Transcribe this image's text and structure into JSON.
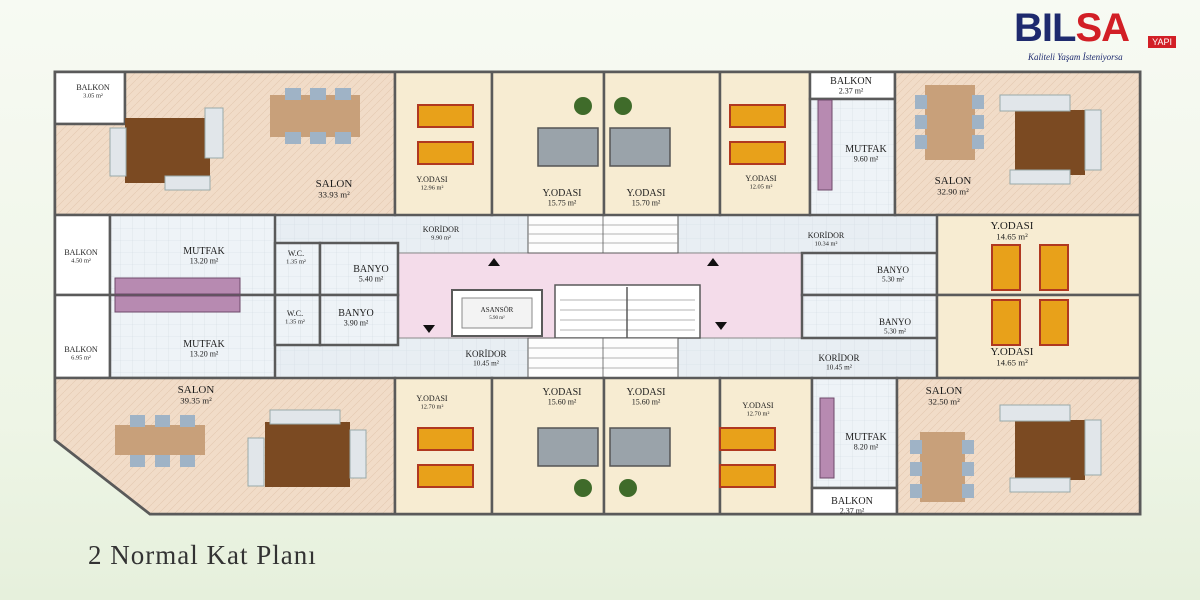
{
  "logo": {
    "brand_left": "BIL",
    "brand_right": "SA",
    "sub": "YAPI",
    "tagline": "Kaliteli Yaşam İsteniyorsa"
  },
  "caption": "2 Normal Kat Planı",
  "colors": {
    "salon_floor": "#f1dcc8",
    "bedroom_floor": "#f7ecd2",
    "wet_floor": "#eef3f7",
    "corridor": "#e6edf2",
    "lobby": "#f4dcea",
    "wall": "#5a5a5a",
    "brand_blue": "#1e2a6e",
    "brand_red": "#d21f26"
  },
  "rooms": [
    {
      "id": "balkon-nw",
      "name": "BALKON",
      "area": "3.05 m²"
    },
    {
      "id": "salon-nw",
      "name": "SALON",
      "area": "33.93 m²"
    },
    {
      "id": "yodasi-n1",
      "name": "Y.ODASI",
      "area": "12.96 m²"
    },
    {
      "id": "yodasi-n2",
      "name": "Y.ODASI",
      "area": "15.75 m²"
    },
    {
      "id": "yodasi-n3",
      "name": "Y.ODASI",
      "area": "15.70 m²"
    },
    {
      "id": "yodasi-n4",
      "name": "Y.ODASI",
      "area": "12.05 m²"
    },
    {
      "id": "balkon-ne",
      "name": "BALKON",
      "area": "2.37 m²"
    },
    {
      "id": "mutfak-ne",
      "name": "MUTFAK",
      "area": "9.60 m²"
    },
    {
      "id": "salon-ne",
      "name": "SALON",
      "area": "32.90 m²"
    },
    {
      "id": "koridor-nw",
      "name": "KORİDOR",
      "area": "9.90 m²"
    },
    {
      "id": "koridor-ne",
      "name": "KORİDOR",
      "area": "10.34 m²"
    },
    {
      "id": "balkon-w1",
      "name": "BALKON",
      "area": "4.50 m²"
    },
    {
      "id": "mutfak-w1",
      "name": "MUTFAK",
      "area": "13.20 m²"
    },
    {
      "id": "wc-1",
      "name": "W.C.",
      "area": "1.35 m²"
    },
    {
      "id": "banyo-w1",
      "name": "BANYO",
      "area": "5.40 m²"
    },
    {
      "id": "wc-2",
      "name": "W.C.",
      "area": "1.35 m²"
    },
    {
      "id": "banyo-w2",
      "name": "BANYO",
      "area": "3.90 m²"
    },
    {
      "id": "banyo-e1",
      "name": "BANYO",
      "area": "5.30 m²"
    },
    {
      "id": "banyo-e2",
      "name": "BANYO",
      "area": "5.30 m²"
    },
    {
      "id": "yodasi-e1",
      "name": "Y.ODASI",
      "area": "14.65 m²"
    },
    {
      "id": "yodasi-e2",
      "name": "Y.ODASI",
      "area": "14.65 m²"
    },
    {
      "id": "balkon-w2",
      "name": "BALKON",
      "area": "6.95 m²"
    },
    {
      "id": "mutfak-w2",
      "name": "MUTFAK",
      "area": "13.20 m²"
    },
    {
      "id": "koridor-sw",
      "name": "KORİDOR",
      "area": "10.45 m²"
    },
    {
      "id": "koridor-se",
      "name": "KORİDOR",
      "area": "10.45 m²"
    },
    {
      "id": "salon-sw",
      "name": "SALON",
      "area": "39.35 m²"
    },
    {
      "id": "yodasi-s1",
      "name": "Y.ODASI",
      "area": "12.70 m²"
    },
    {
      "id": "yodasi-s2",
      "name": "Y.ODASI",
      "area": "15.60 m²"
    },
    {
      "id": "yodasi-s3",
      "name": "Y.ODASI",
      "area": "15.60 m²"
    },
    {
      "id": "yodasi-s4",
      "name": "Y.ODASI",
      "area": "12.70 m²"
    },
    {
      "id": "mutfak-se",
      "name": "MUTFAK",
      "area": "8.20 m²"
    },
    {
      "id": "salon-se",
      "name": "SALON",
      "area": "32.50 m²"
    },
    {
      "id": "balkon-se",
      "name": "BALKON",
      "area": "2.37 m²"
    }
  ],
  "asansor": {
    "name": "ASANSÖR",
    "area": "5.90 m²"
  }
}
